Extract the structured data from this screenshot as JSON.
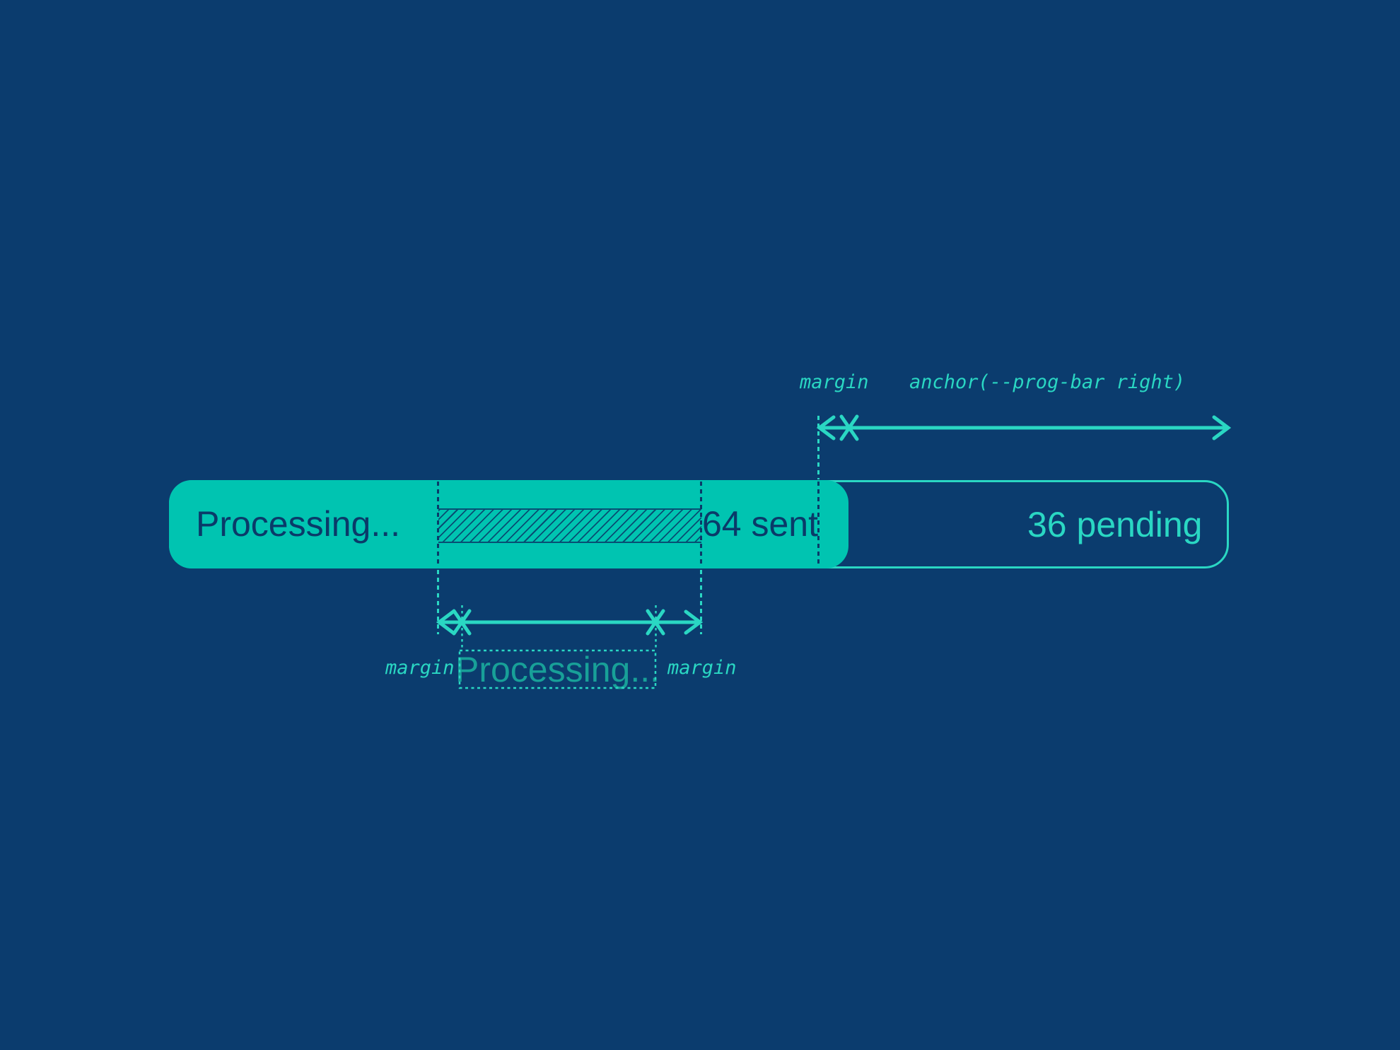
{
  "colors": {
    "background": "#0B3C6E",
    "fill_teal": "#00C4B1",
    "accent_teal": "#2AD7C3",
    "navy_ink": "#0A3A69",
    "ghost_teal": "#18A098"
  },
  "progress_bar": {
    "status_label": "Processing...",
    "sent_label": "64 sent",
    "pending_label": "36 pending"
  },
  "annotations": {
    "top": {
      "margin_label": "margin",
      "anchor_label": "anchor(--prog-bar right)"
    },
    "bottom": {
      "left_margin_label": "margin",
      "right_margin_label": "margin",
      "ghost_label": "Processing..."
    }
  }
}
